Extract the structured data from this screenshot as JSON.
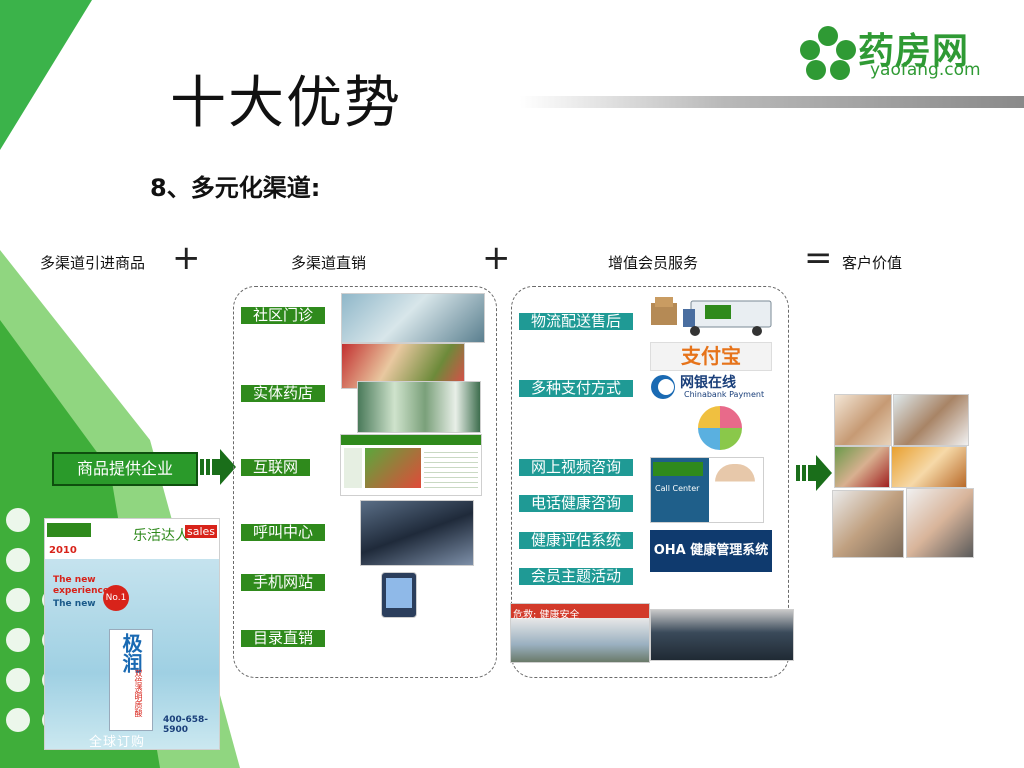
{
  "title": "十大优势",
  "subtitle": "8、多元化渠道:",
  "logo": {
    "brand": "药房网",
    "url": "yaofang.com"
  },
  "columns": {
    "sources": "多渠道引进商品",
    "direct_sales": "多渠道直销",
    "member_services": "增值会员服务",
    "customer_value": "客户价值"
  },
  "operators": {
    "plus1": "+",
    "plus2": "+",
    "equals": "="
  },
  "supplier": "商品提供企业",
  "channels": [
    "社区门诊",
    "实体药店",
    "互联网",
    "呼叫中心",
    "手机网站",
    "目录直销"
  ],
  "services": [
    "物流配送售后",
    "多种支付方式",
    "网上视频咨询",
    "电话健康咨询",
    "健康评估系统",
    "会员主题活动"
  ],
  "service_logos": {
    "alipay": "支付宝",
    "chinabank": "网银在线",
    "chinabank_sub": "Chinabank Payment",
    "oha": "OHA 健康管理系统"
  },
  "photo_texts": {
    "banner": "危救: 健康安全",
    "callcenter": "Call Center"
  },
  "magazine": {
    "title": "乐活达人",
    "badge": "sales",
    "year": "2010",
    "exp1": "The new",
    "exp2": "experience",
    "exp3": "The new",
    "no1": "No.1",
    "product": "极润",
    "product_sub": "双倍透明质酸",
    "hotline": "400-658-5900",
    "footer": "全球订购"
  },
  "colors": {
    "green": "#2f8a1c",
    "teal": "#1f9a95",
    "brand": "#2f9a34"
  }
}
